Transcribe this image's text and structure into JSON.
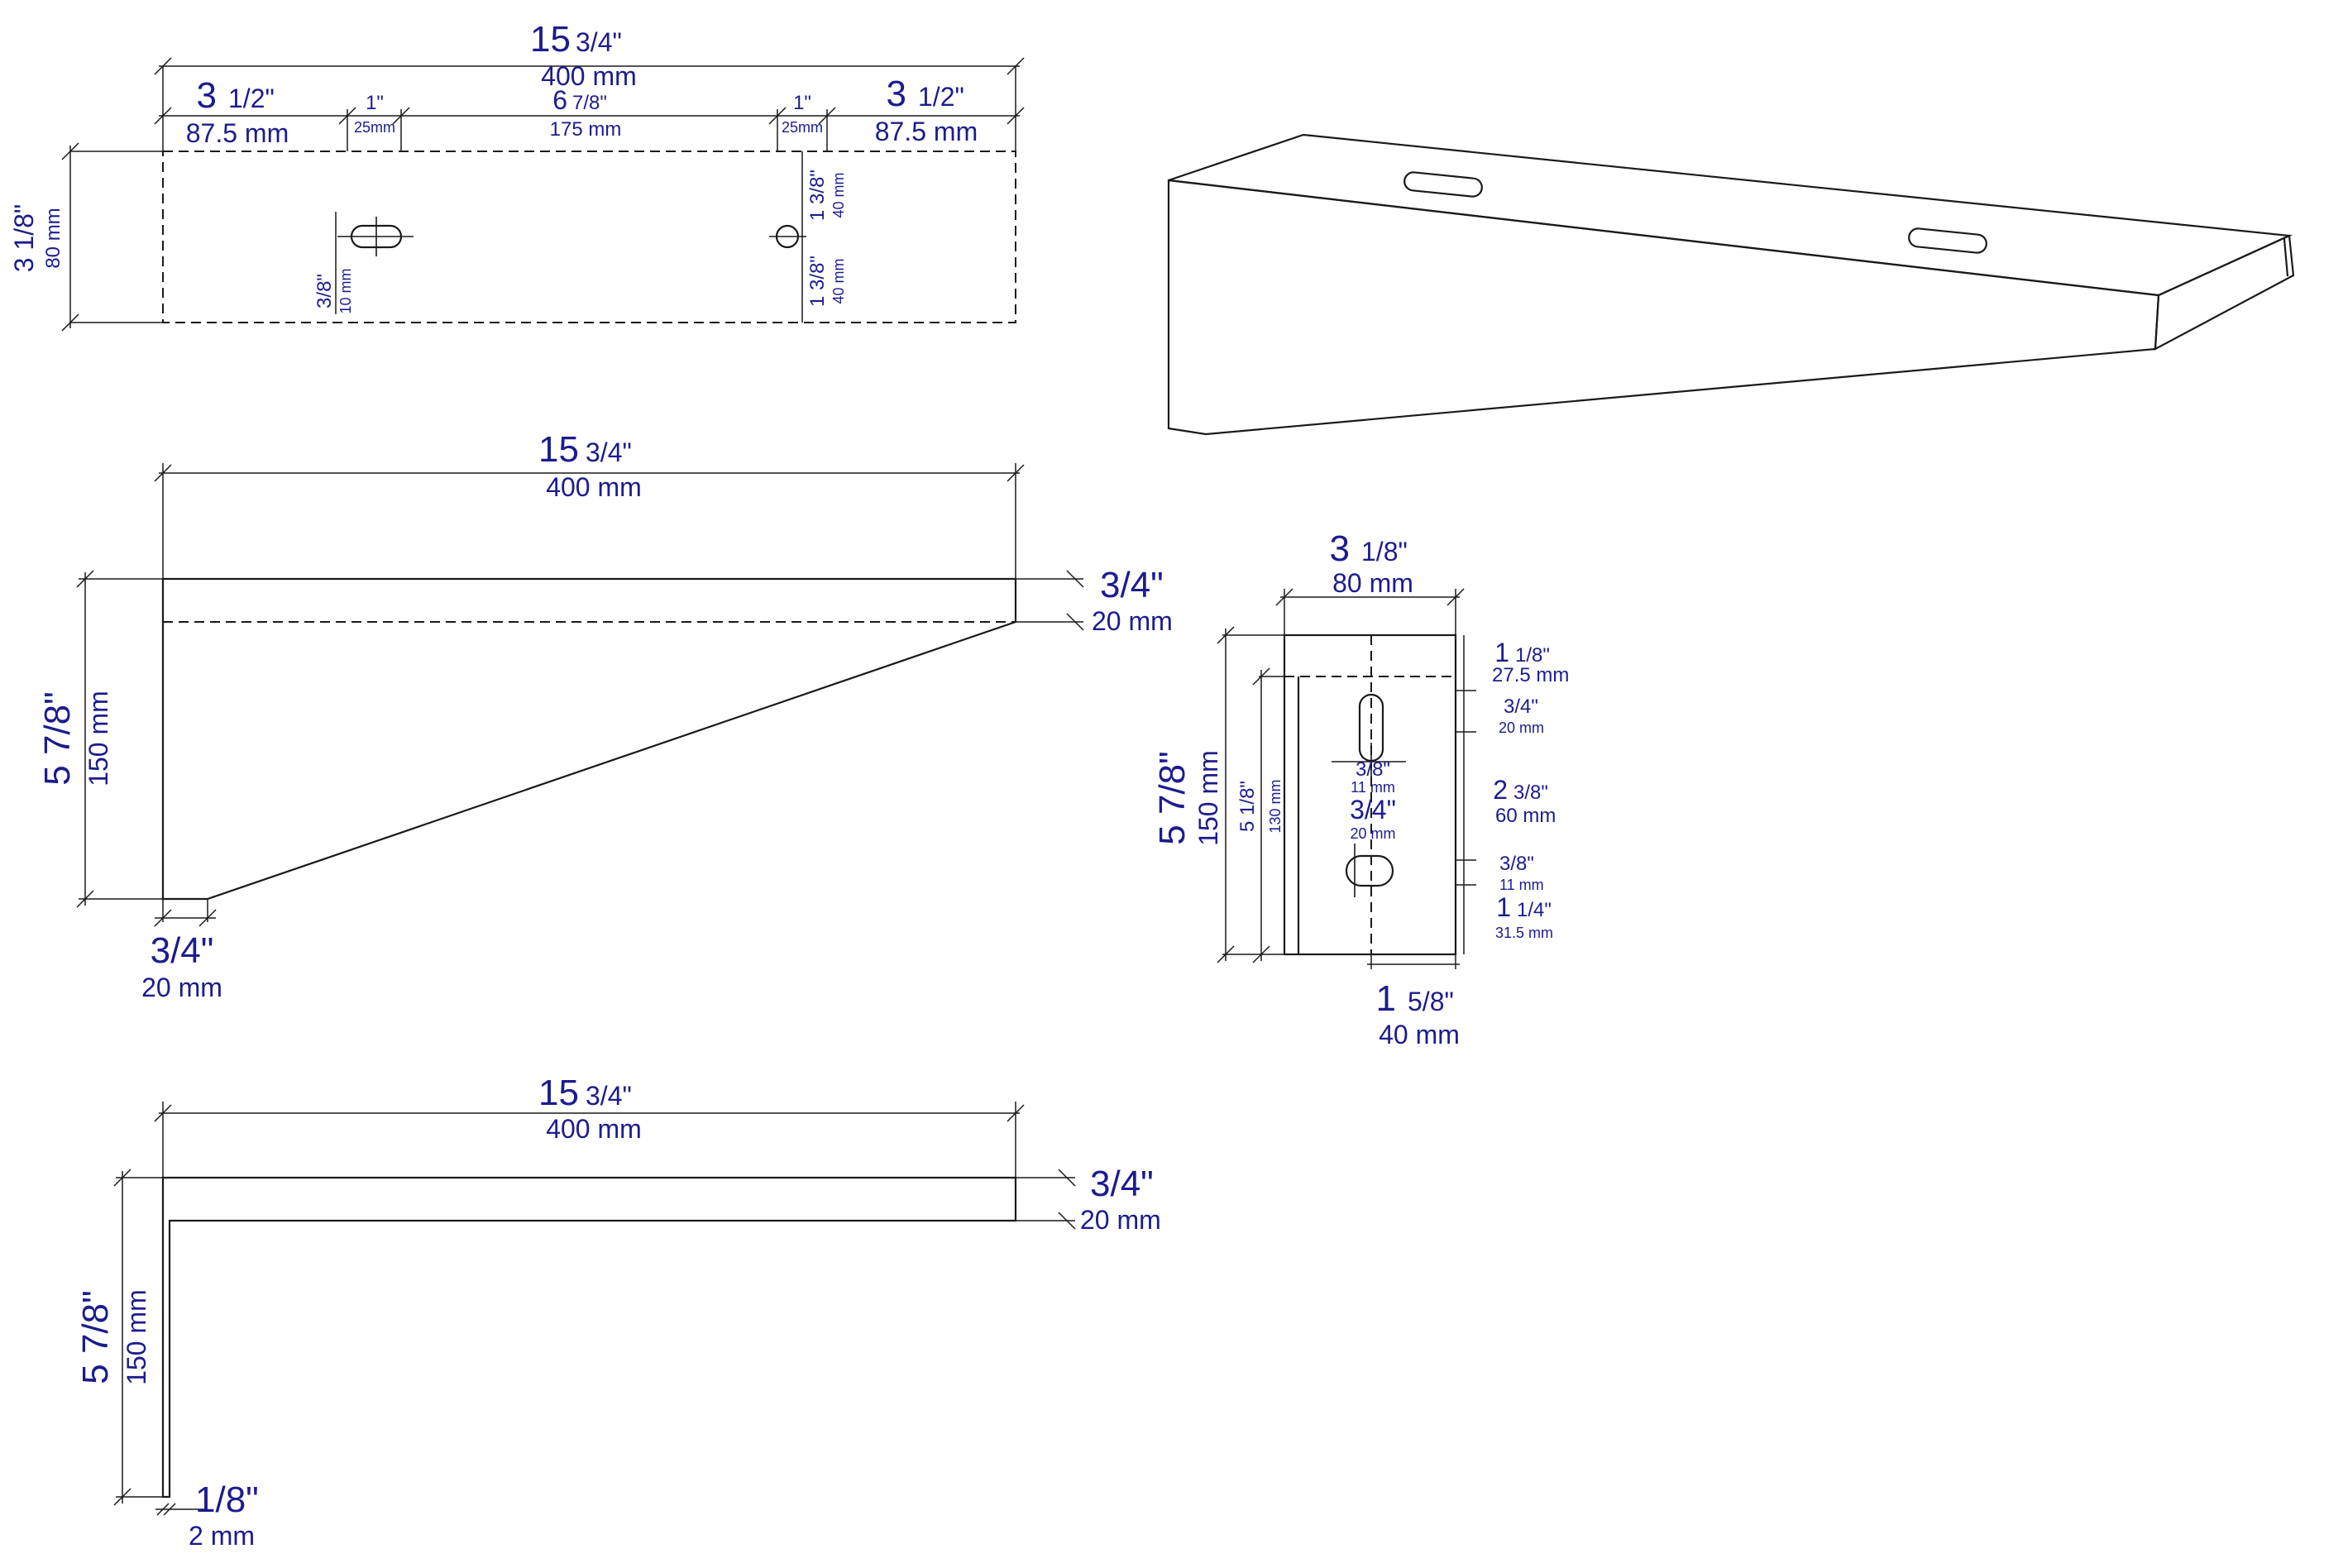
{
  "diagram": {
    "top_view": {
      "overall_in_whole": "15",
      "overall_in_frac": "3/4\"",
      "overall_mm": "400 mm",
      "left_in_whole": "3",
      "left_in_frac": "1/2\"",
      "left_mm": "87.5 mm",
      "slot_left_in": "1\"",
      "slot_left_mm": "25mm",
      "middle_in_whole": "6",
      "middle_in_frac": "7/8\"",
      "middle_mm": "175 mm",
      "slot_right_in": "1\"",
      "slot_right_mm": "25mm",
      "right_in_whole": "3",
      "right_in_frac": "1/2\"",
      "right_mm": "87.5 mm",
      "height_in": "3 1/8\"",
      "height_mm": "80 mm",
      "slot_w_in": "3/8\"",
      "slot_w_mm": "10 mm",
      "slot_top_in": "1 3/8\"",
      "slot_top_mm": "40 mm",
      "slot_bottom_in": "1 3/8\"",
      "slot_bottom_mm": "40 mm"
    },
    "side_view": {
      "length_in_whole": "15",
      "length_in_frac": "3/4\"",
      "length_mm": "400 mm",
      "thickness_in": "3/4\"",
      "thickness_mm": "20 mm",
      "height_in": "5 7/8\"",
      "height_mm": "150 mm",
      "base_in": "3/4\"",
      "base_mm": "20 mm"
    },
    "end_view": {
      "width_in_whole": "3",
      "width_in_frac": "1/8\"",
      "width_mm": "80 mm",
      "height_in": "5 7/8\"",
      "height_mm": "150 mm",
      "inner_in": "5 1/8\"",
      "inner_mm": "130 mm",
      "d1_in_whole": "1",
      "d1_in_frac": "1/8\"",
      "d1_mm": "27.5 mm",
      "d2_in": "3/4\"",
      "d2_mm": "20 mm",
      "d3_in_whole": "2",
      "d3_in_frac": "3/8\"",
      "d3_mm": "60 mm",
      "d4_in": "3/8\"",
      "d4_mm": "11 mm",
      "d5_in_whole": "1",
      "d5_in_frac": "1/4\"",
      "d5_mm": "31.5 mm",
      "slot1_in": "3/8\"",
      "slot1_mm": "11 mm",
      "slot2_in": "3/4\"",
      "slot2_mm": "20 mm",
      "bottom_in_whole": "1",
      "bottom_in_frac": "5/8\"",
      "bottom_mm": "40 mm"
    },
    "section_view": {
      "length_in_whole": "15",
      "length_in_frac": "3/4\"",
      "length_mm": "400 mm",
      "thickness_in": "3/4\"",
      "thickness_mm": "20 mm",
      "height_in": "5 7/8\"",
      "height_mm": "150 mm",
      "wall_in": "1/8\"",
      "wall_mm": "2 mm"
    }
  }
}
